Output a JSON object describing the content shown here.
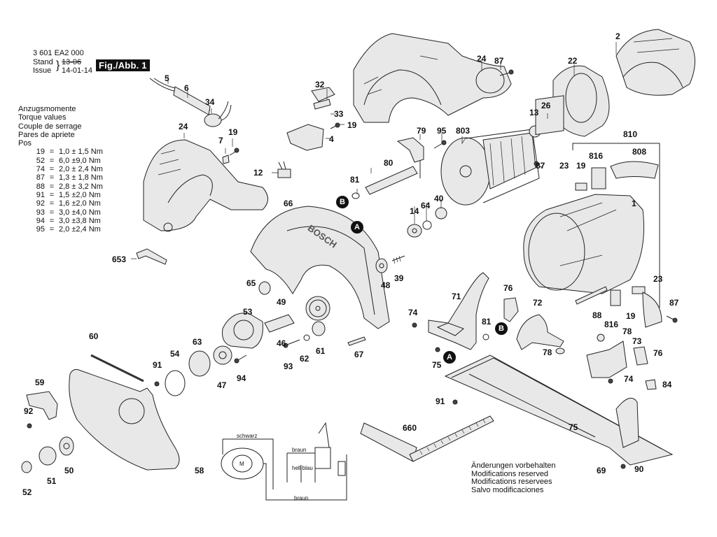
{
  "header": {
    "part_number": "3 601 EA2 000",
    "stand_label": "Stand",
    "stand_value": "13-06",
    "issue_label": "Issue",
    "issue_value": "14-01-14",
    "figure_label": "Fig./Abb. 1"
  },
  "torque": {
    "titles": [
      "Anzugsmomente",
      "Torque values",
      "Couple de serrage",
      "Pares de apriete"
    ],
    "pos_label": "Pos",
    "rows": [
      {
        "pos": "19",
        "value": "1,0 ± 1,5 Nm"
      },
      {
        "pos": "52",
        "value": "6,0 ±9,0 Nm"
      },
      {
        "pos": "74",
        "value": "2,0 ± 2,4 Nm"
      },
      {
        "pos": "87",
        "value": "1,3 ± 1,8 Nm"
      },
      {
        "pos": "88",
        "value": "2,8 ± 3,2 Nm"
      },
      {
        "pos": "91",
        "value": "1,5 ±2,0 Nm"
      },
      {
        "pos": "92",
        "value": "1,6 ±2,0 Nm"
      },
      {
        "pos": "93",
        "value": "3,0 ±4,0 Nm"
      },
      {
        "pos": "94",
        "value": "3,0 ±3,8 Nm"
      },
      {
        "pos": "95",
        "value": "2,0 ±2,4 Nm"
      }
    ]
  },
  "notes": [
    "Änderungen vorbehalten",
    "Modifications reserved",
    "Modifications reservees",
    "Salvo modificaciones"
  ],
  "wiring": {
    "schwarz": "schwarz",
    "braun_top": "braun",
    "hell_blau": "hell blau",
    "braun_bottom": "braun",
    "motor": "M"
  },
  "brand_text": "BOSCH",
  "markers": {
    "A": "A",
    "B": "B"
  },
  "callouts": {
    "c5": "5",
    "c6": "6",
    "c34": "34",
    "c24a": "24",
    "c7": "7",
    "c19a": "19",
    "c12": "12",
    "c653": "653",
    "c32": "32",
    "c33": "33",
    "c19b": "19",
    "c4": "4",
    "c24b": "24",
    "c87a": "87",
    "c79": "79",
    "c95": "95",
    "c803": "803",
    "c60a": "80",
    "c81a": "81",
    "c14": "14",
    "c64": "64",
    "c40": "40",
    "c13": "13",
    "c26": "26",
    "c22": "22",
    "c2": "2",
    "c810": "810",
    "c87b": "87",
    "c23a": "23",
    "c19c": "19",
    "c816a": "816",
    "c808": "808",
    "c1": "1",
    "c66": "66",
    "c65": "65",
    "c48": "48",
    "c39": "39",
    "c49": "49",
    "c53": "53",
    "c46": "46",
    "c93": "93",
    "c62": "62",
    "c61": "61",
    "c67": "67",
    "c60b": "60",
    "c54": "54",
    "c63": "63",
    "c47": "47",
    "c94": "94",
    "c91a": "91",
    "c59": "59",
    "c92": "92",
    "c50": "50",
    "c51": "51",
    "c52": "52",
    "c58": "58",
    "c71": "71",
    "c76a": "76",
    "c72": "72",
    "c74a": "74",
    "c81b": "81",
    "c75a": "75",
    "c78a": "78",
    "c88": "88",
    "c816b": "816",
    "c19d": "19",
    "c23b": "23",
    "c87c": "87",
    "c78b": "78",
    "c73": "73",
    "c76b": "76",
    "c74b": "74",
    "c84": "84",
    "c91b": "91",
    "c75b": "75",
    "c660": "660",
    "c69": "69",
    "c90": "90"
  }
}
